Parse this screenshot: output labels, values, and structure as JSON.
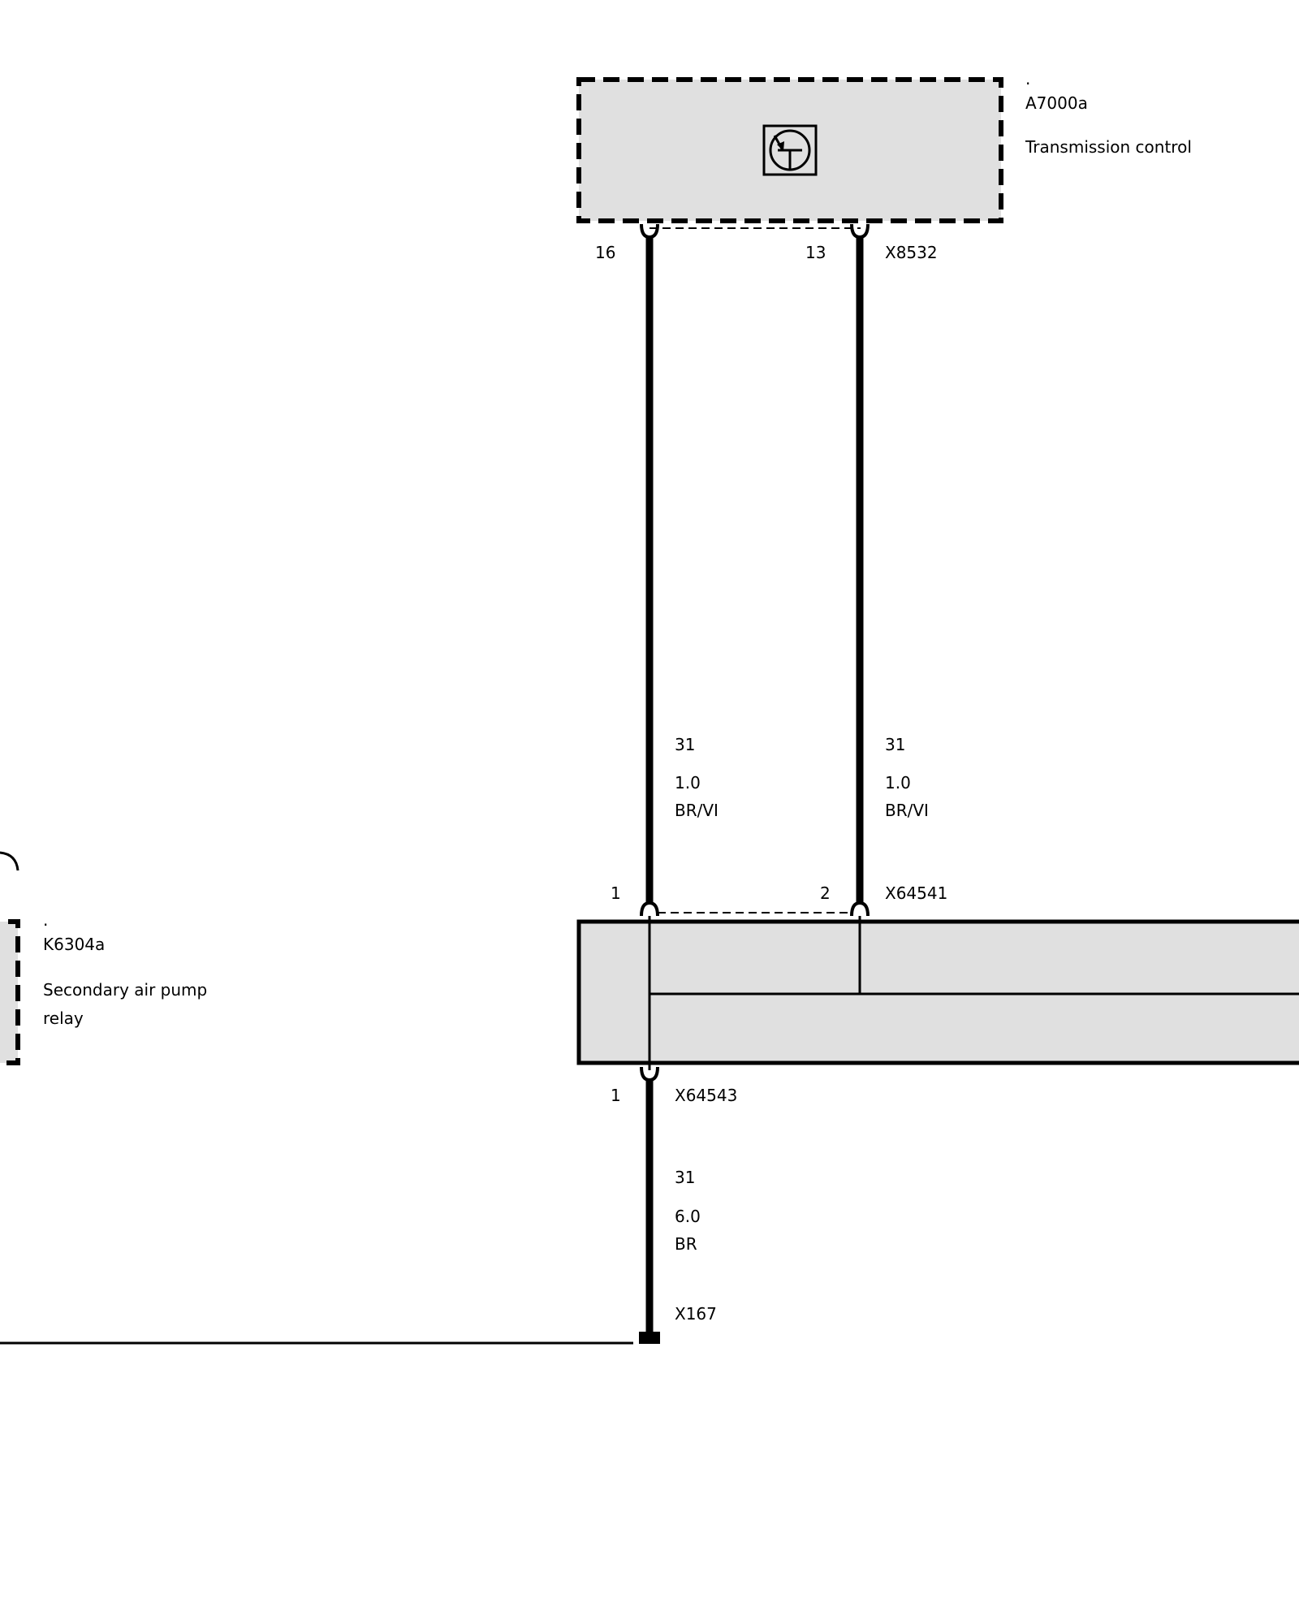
{
  "components": {
    "transmission_control": {
      "dot": ".",
      "id": "A7000a",
      "name": "Transmission control",
      "icon": "transistor-icon"
    },
    "secondary_air_pump_relay": {
      "dot": ".",
      "id": "K6304a",
      "name_line1": "Secondary air pump",
      "name_line2": "relay"
    },
    "splice_block": {
      "icon": "splice-block"
    }
  },
  "connectors": {
    "x8532": {
      "label": "X8532",
      "pin_left": "16",
      "pin_right": "13"
    },
    "x64541": {
      "label": "X64541",
      "pin_left": "1",
      "pin_right": "2"
    },
    "x64543": {
      "label": "X64543",
      "pin": "1"
    },
    "x167": {
      "label": "X167"
    }
  },
  "wires": {
    "left_upper": {
      "circuit": "31",
      "gauge": "1.0",
      "color": "BR/VI"
    },
    "right_upper": {
      "circuit": "31",
      "gauge": "1.0",
      "color": "BR/VI"
    },
    "lower": {
      "circuit": "31",
      "gauge": "6.0",
      "color": "BR"
    }
  },
  "colors": {
    "component_fill": "#e0e0e0",
    "line": "#000000",
    "background": "#ffffff"
  }
}
